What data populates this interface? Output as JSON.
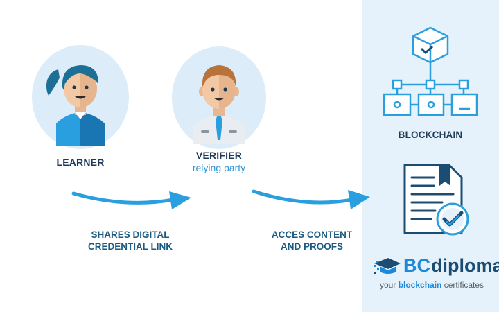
{
  "learner": {
    "label": "LEARNER"
  },
  "verifier": {
    "label": "VERIFIER",
    "sublabel": "relying party"
  },
  "step1": {
    "line1": "SHARES DIGITAL",
    "line2": "CREDENTIAL LINK"
  },
  "step2": {
    "line1": "ACCES CONTENT",
    "line2": "AND PROOFS"
  },
  "blockchain": {
    "label": "BLOCKCHAIN"
  },
  "brand": {
    "name_part1": "BC",
    "name_part2": "diploma",
    "tagline_prefix": "your ",
    "tagline_highlight": "blockchain",
    "tagline_suffix": " certificates"
  },
  "colors": {
    "accent": "#2a9fe0",
    "panel": "#e6f2fb",
    "dark_navy": "#1d3a57",
    "brand_blue": "#1e88d8"
  }
}
